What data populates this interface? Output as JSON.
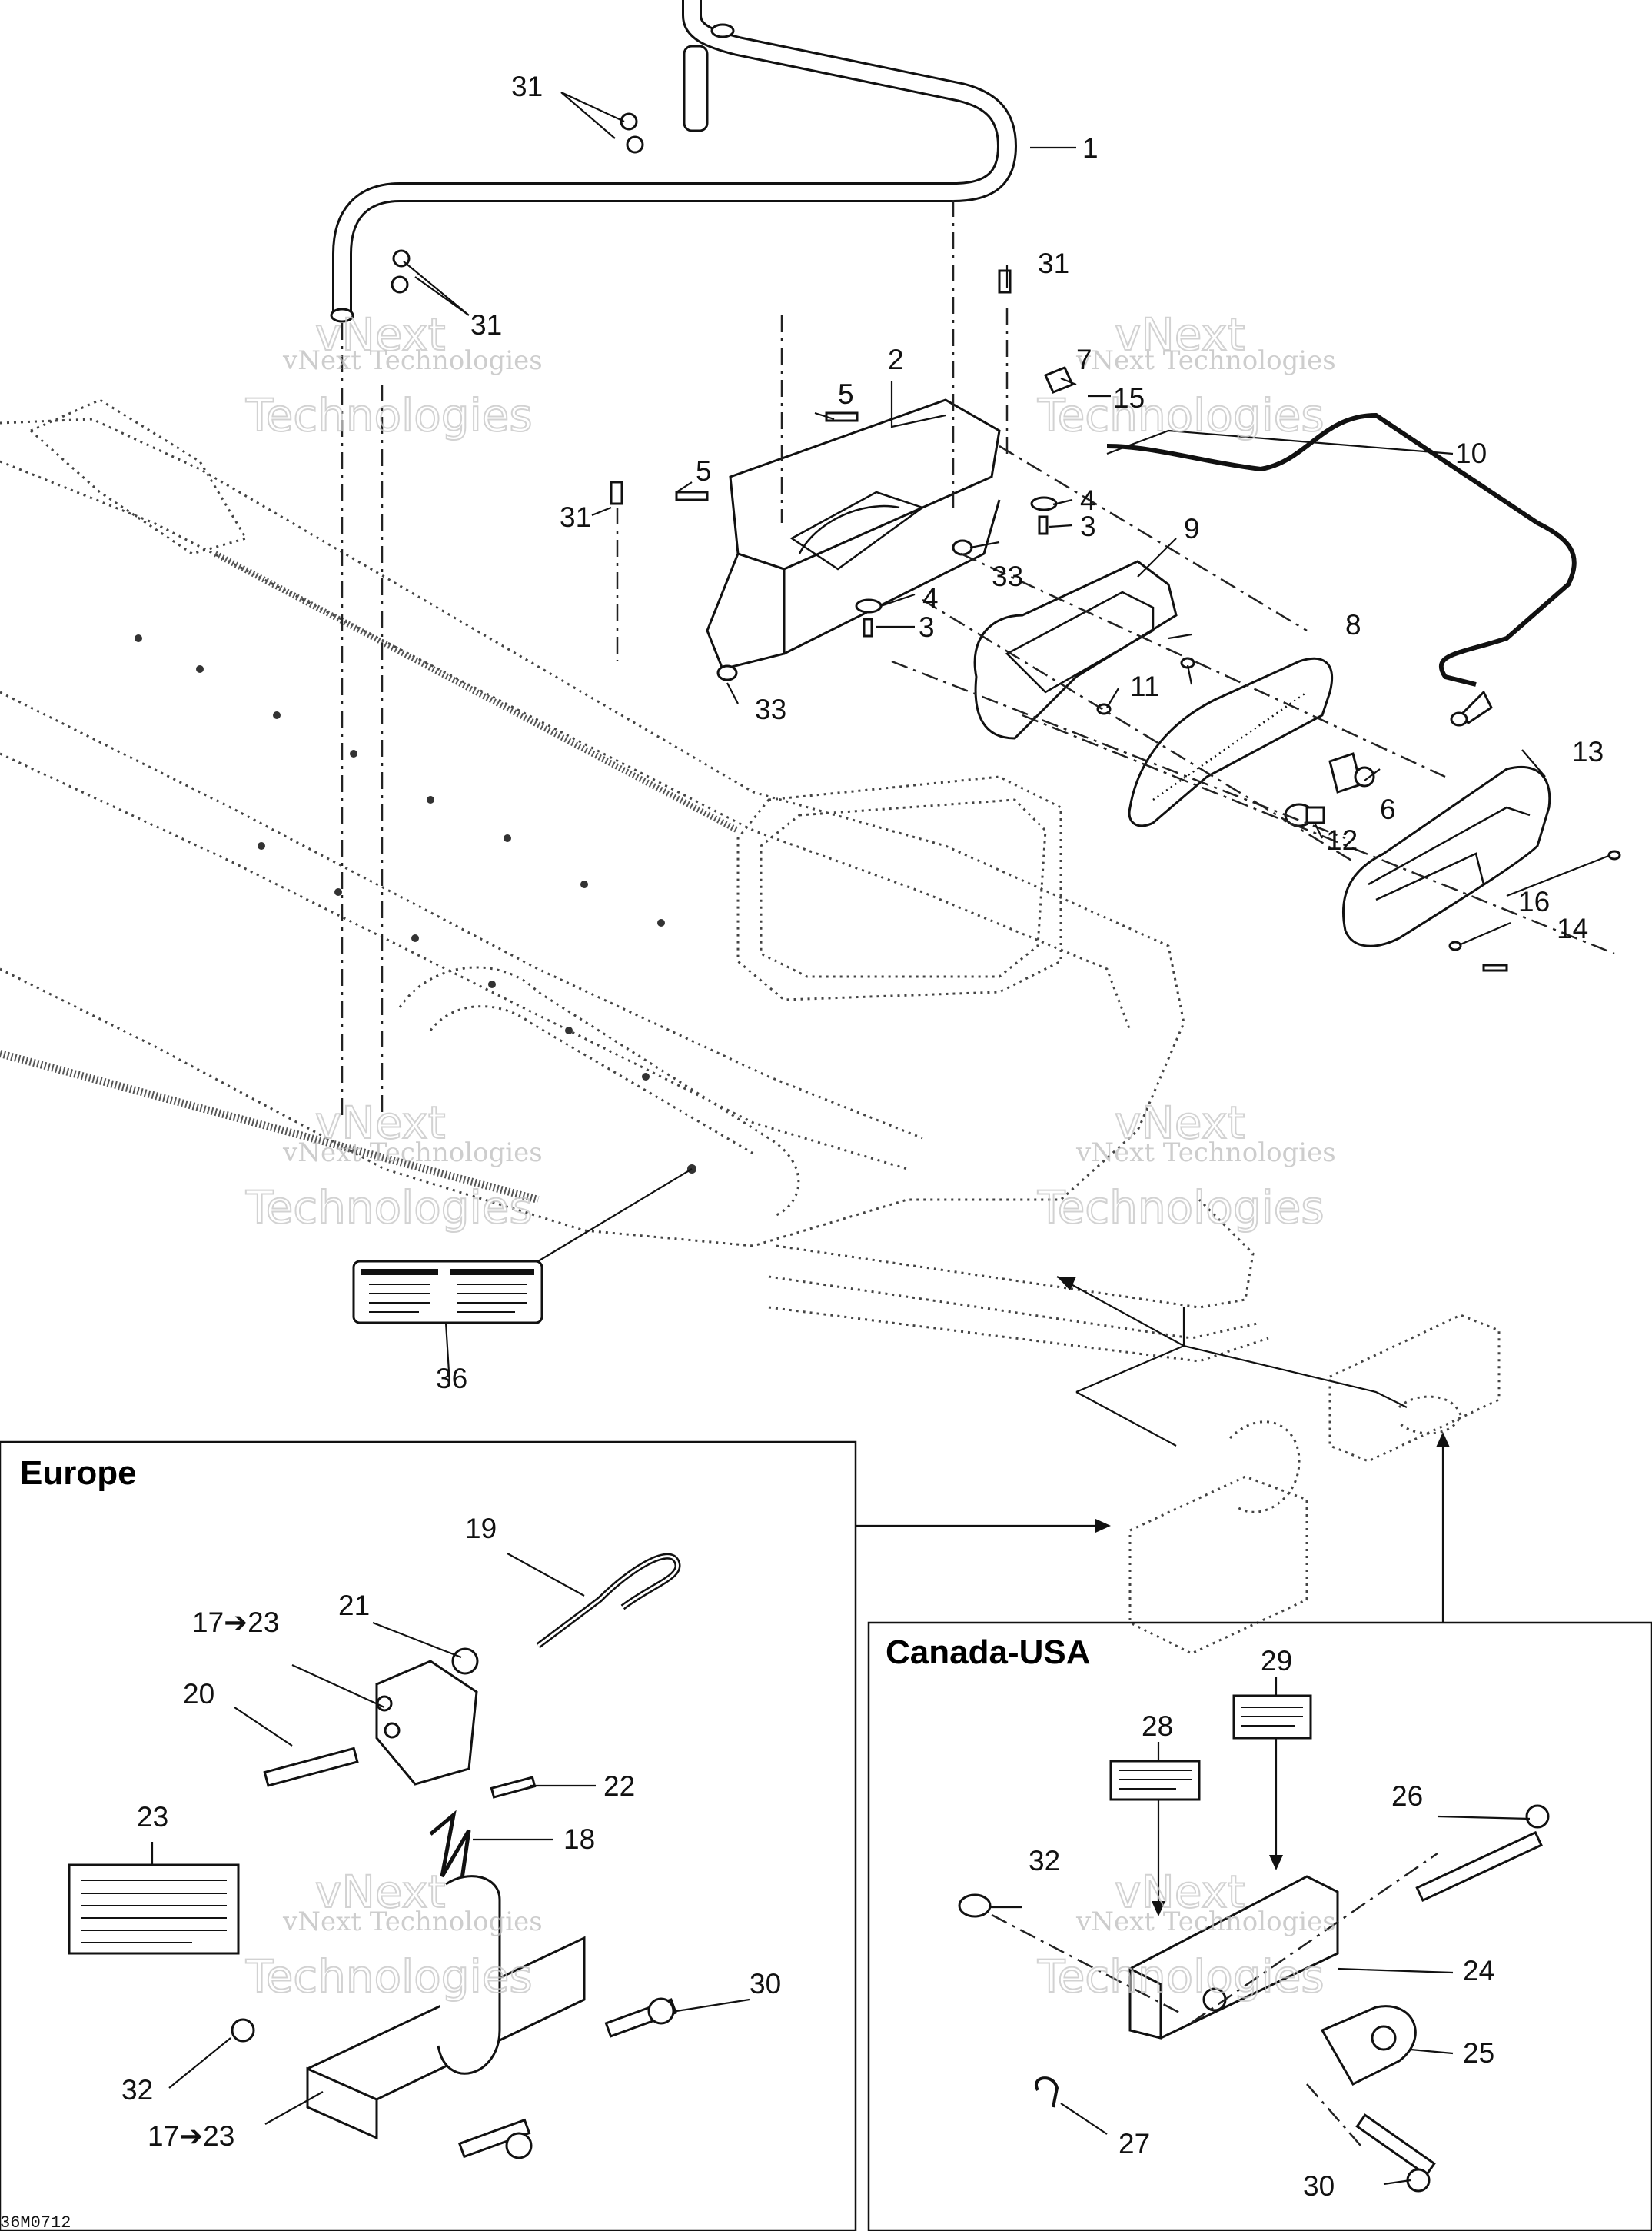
{
  "diagram": {
    "regions": {
      "europe": "Europe",
      "canada_usa": "Canada-USA"
    },
    "image_code": "36M0712",
    "watermark": {
      "line1": "vNext Technologies",
      "line2": "vNext",
      "line3": "Technologies"
    },
    "callouts": {
      "c1": "1",
      "c2": "2",
      "c3a": "3",
      "c3b": "3",
      "c4a": "4",
      "c4b": "4",
      "c5a": "5",
      "c5b": "5",
      "c6": "6",
      "c7": "7",
      "c8": "8",
      "c9": "9",
      "c10": "10",
      "c11": "11",
      "c12": "12",
      "c13": "13",
      "c14": "14",
      "c15": "15",
      "c16": "16",
      "c17a": "17➔23",
      "c17b": "17➔23",
      "c18": "18",
      "c19": "19",
      "c20": "20",
      "c21": "21",
      "c22": "22",
      "c23": "23",
      "c24": "24",
      "c25": "25",
      "c26": "26",
      "c27": "27",
      "c28": "28",
      "c29": "29",
      "c30a": "30",
      "c30b": "30",
      "c31a": "31",
      "c31b": "31",
      "c31c": "31",
      "c31d": "31",
      "c32a": "32",
      "c32b": "32",
      "c33a": "33",
      "c33b": "33",
      "c36": "36"
    }
  }
}
